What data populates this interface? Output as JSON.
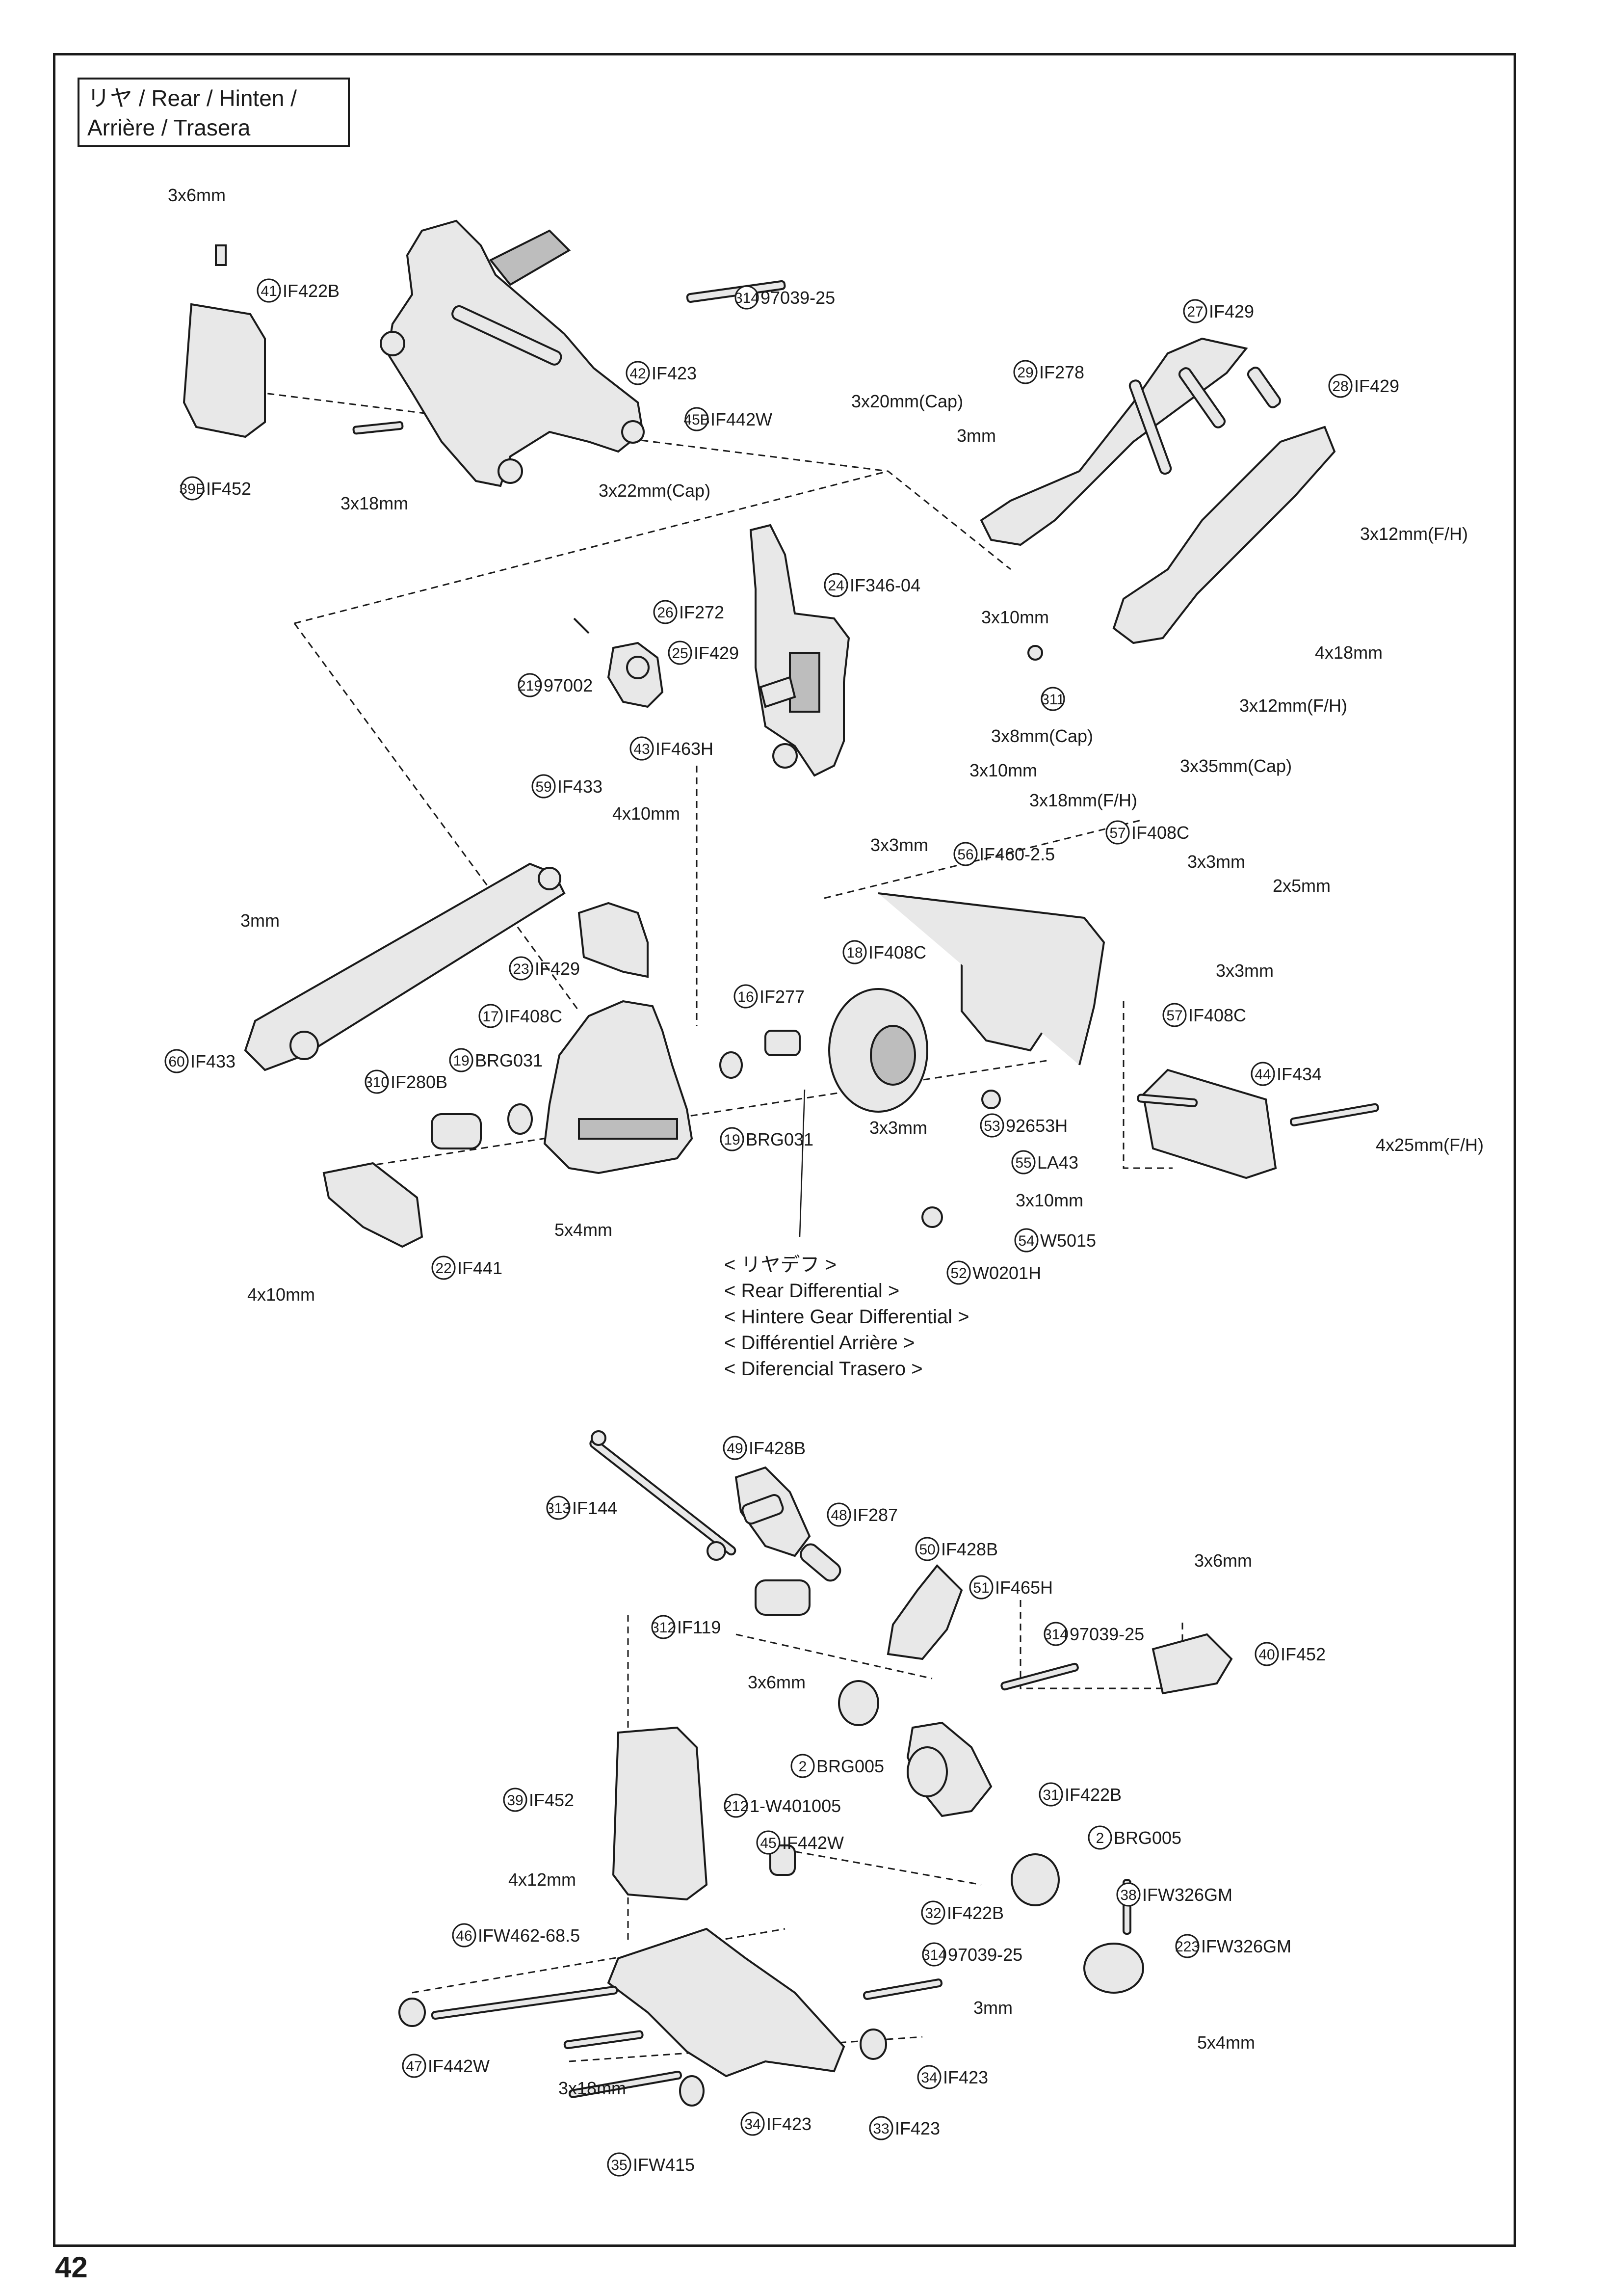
{
  "header": {
    "line1": "リヤ /  Rear / Hinten /",
    "line2": "Arrière / Trasera"
  },
  "page_number": "42",
  "differential_caption": [
    "< リヤデフ >",
    "< Rear Differential >",
    "< Hintere Gear Differential >",
    "< Différentiel Arrière >",
    "< Diferencial Trasero >"
  ],
  "callouts": [
    {
      "num": "41",
      "code": "IF422B"
    },
    {
      "num": "314",
      "code": "97039-25"
    },
    {
      "num": "42",
      "code": "IF423"
    },
    {
      "num": "45B",
      "code": "IF442W"
    },
    {
      "num": "39B",
      "code": "IF452"
    },
    {
      "num": "27",
      "code": "IF429"
    },
    {
      "num": "29",
      "code": "IF278"
    },
    {
      "num": "28",
      "code": "IF429"
    },
    {
      "num": "24",
      "code": "IF346-04"
    },
    {
      "num": "26",
      "code": "IF272"
    },
    {
      "num": "25",
      "code": "IF429"
    },
    {
      "num": "219",
      "code": "97002"
    },
    {
      "num": "311",
      "code": ""
    },
    {
      "num": "43",
      "code": "IF463H"
    },
    {
      "num": "59",
      "code": "IF433"
    },
    {
      "num": "56",
      "code": "IF460-2.5"
    },
    {
      "num": "57",
      "code": "IF408C"
    },
    {
      "num": "18",
      "code": "IF408C"
    },
    {
      "num": "57",
      "code": "IF408C"
    },
    {
      "num": "23",
      "code": "IF429"
    },
    {
      "num": "16",
      "code": "IF277"
    },
    {
      "num": "17",
      "code": "IF408C"
    },
    {
      "num": "60",
      "code": "IF433"
    },
    {
      "num": "19",
      "code": "BRG031"
    },
    {
      "num": "310",
      "code": "IF280B"
    },
    {
      "num": "44",
      "code": "IF434"
    },
    {
      "num": "19",
      "code": "BRG031"
    },
    {
      "num": "53",
      "code": "92653H"
    },
    {
      "num": "55",
      "code": "LA43"
    },
    {
      "num": "54",
      "code": "W5015"
    },
    {
      "num": "52",
      "code": "W0201H"
    },
    {
      "num": "22",
      "code": "IF441"
    },
    {
      "num": "49",
      "code": "IF428B"
    },
    {
      "num": "313",
      "code": "IF144"
    },
    {
      "num": "48",
      "code": "IF287"
    },
    {
      "num": "50",
      "code": "IF428B"
    },
    {
      "num": "51",
      "code": "IF465H"
    },
    {
      "num": "312",
      "code": "IF119"
    },
    {
      "num": "314",
      "code": "97039-25"
    },
    {
      "num": "40",
      "code": "IF452"
    },
    {
      "num": "2",
      "code": "BRG005"
    },
    {
      "num": "39",
      "code": "IF452"
    },
    {
      "num": "212",
      "code": "1-W401005"
    },
    {
      "num": "31",
      "code": "IF422B"
    },
    {
      "num": "45",
      "code": "IF442W"
    },
    {
      "num": "2",
      "code": "BRG005"
    },
    {
      "num": "38",
      "code": "IFW326GM"
    },
    {
      "num": "32",
      "code": "IF422B"
    },
    {
      "num": "223",
      "code": "IFW326GM"
    },
    {
      "num": "46",
      "code": "IFW462-68.5"
    },
    {
      "num": "314",
      "code": "97039-25"
    },
    {
      "num": "47",
      "code": "IF442W"
    },
    {
      "num": "34",
      "code": "IF423"
    },
    {
      "num": "34",
      "code": "IF423"
    },
    {
      "num": "33",
      "code": "IF423"
    },
    {
      "num": "35",
      "code": "IFW415"
    }
  ],
  "hardware_labels": [
    "3x6mm",
    "3x18mm",
    "3x20mm(Cap)",
    "3mm",
    "3x22mm(Cap)",
    "3x12mm(F/H)",
    "3x10mm",
    "4x18mm",
    "3x12mm(F/H)",
    "3x8mm(Cap)",
    "3x10mm",
    "3x35mm(Cap)",
    "4x10mm",
    "3x3mm",
    "3x18mm(F/H)",
    "3x3mm",
    "2x5mm",
    "3mm",
    "3x3mm",
    "3x3mm",
    "4x25mm(F/H)",
    "5x4mm",
    "3x10mm",
    "4x10mm",
    "3x6mm",
    "3x6mm",
    "4x12mm",
    "3mm",
    "5x4mm",
    "3x18mm"
  ]
}
